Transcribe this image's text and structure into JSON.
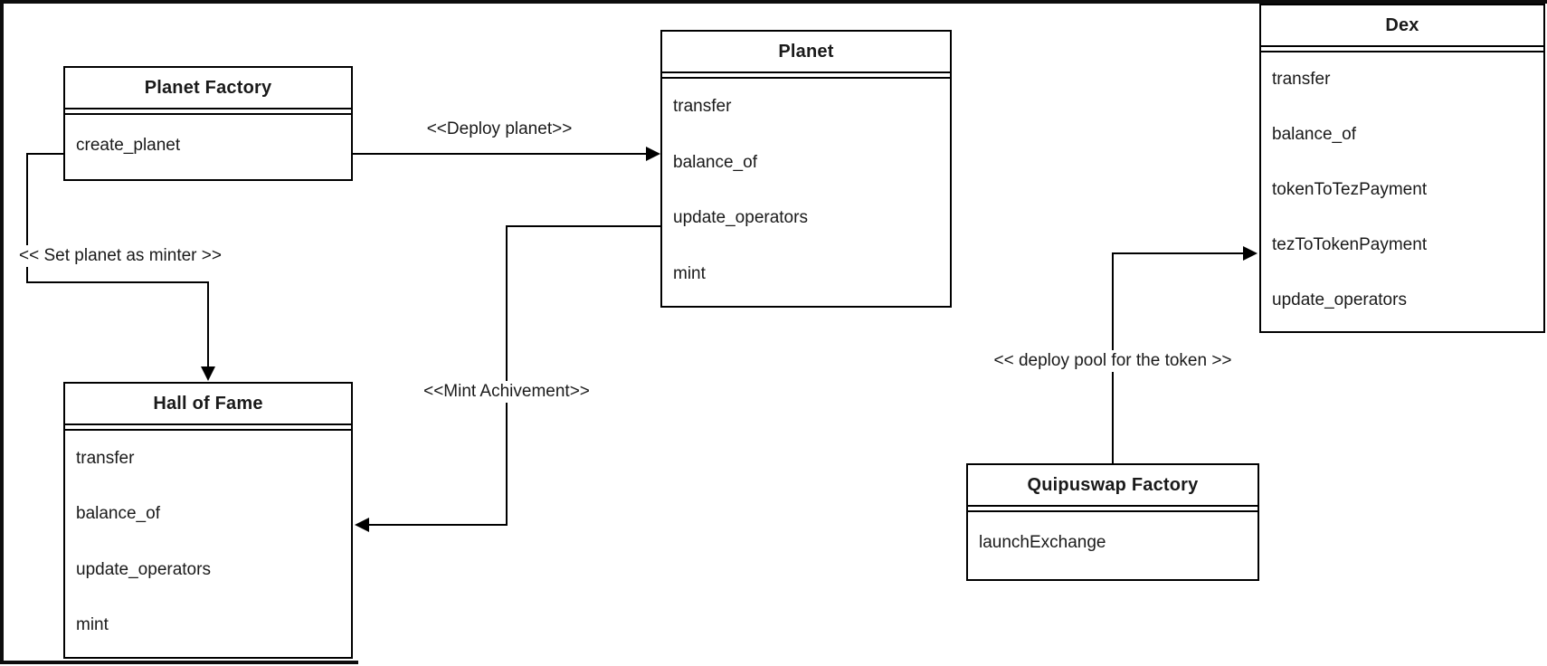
{
  "diagram": {
    "colors": {
      "stroke": "#000000",
      "background": "#ffffff",
      "text": "#1a1a1a",
      "frame": "#0d0d0d"
    },
    "classes": {
      "planet_factory": {
        "title": "Planet Factory",
        "methods": [
          "create_planet"
        ]
      },
      "planet": {
        "title": "Planet",
        "methods": [
          "transfer",
          "balance_of",
          "update_operators",
          "mint"
        ]
      },
      "dex": {
        "title": "Dex",
        "methods": [
          "transfer",
          "balance_of",
          "tokenToTezPayment",
          "tezToTokenPayment",
          "update_operators"
        ]
      },
      "hall_of_fame": {
        "title": "Hall of Fame",
        "methods": [
          "transfer",
          "balance_of",
          "update_operators",
          "mint"
        ]
      },
      "quipuswap_factory": {
        "title": "Quipuswap Factory",
        "methods": [
          "launchExchange"
        ]
      }
    },
    "connectors": {
      "deploy_planet": {
        "label": "<<Deploy planet>>",
        "from": "Planet Factory.create_planet",
        "to": "Planet"
      },
      "set_planet_as_minter": {
        "label": "<< Set planet as minter >>",
        "from": "Planet Factory",
        "to": "Hall of Fame"
      },
      "mint_achivement": {
        "label": "<<Mint Achivement>>",
        "from": "Planet.update_operators",
        "to": "Hall of Fame"
      },
      "deploy_pool": {
        "label": "<< deploy pool for the token >>",
        "from": "Quipuswap Factory",
        "to": "Dex.tezToTokenPayment"
      }
    }
  }
}
